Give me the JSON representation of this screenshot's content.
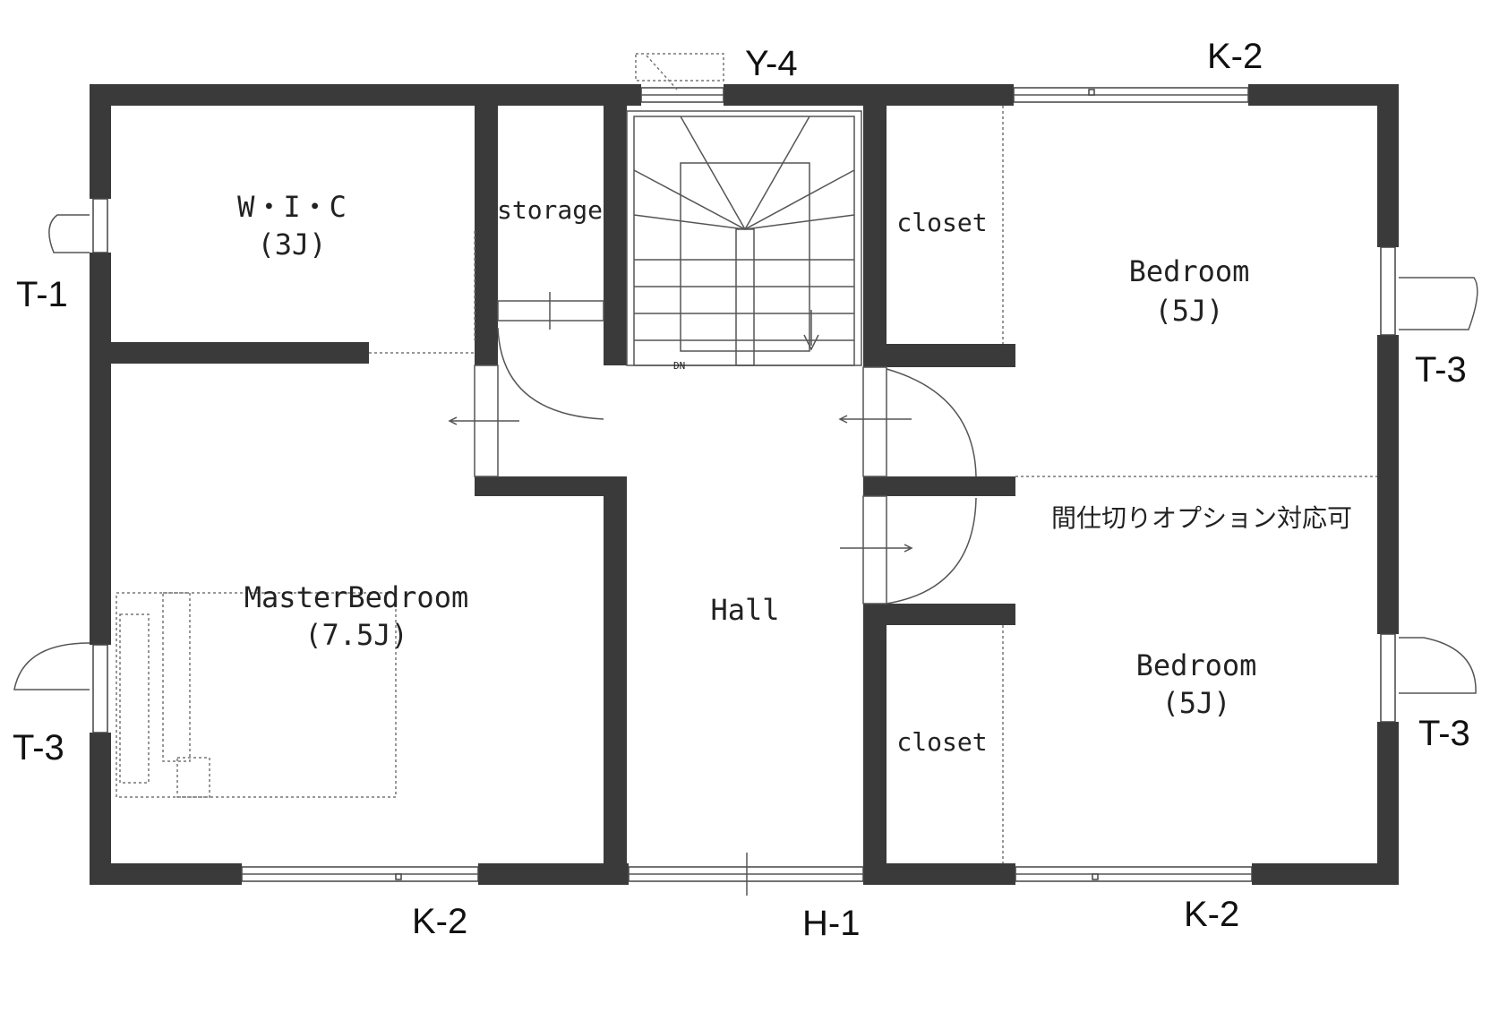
{
  "rooms": {
    "wic": "W・I・C",
    "wic_size": "(3J)",
    "storage": "storage",
    "closet_top": "closet",
    "bedroom_top": "Bedroom",
    "bedroom_top_size": "(5J)",
    "master": "MasterBedroom",
    "master_size": "(7.5J)",
    "hall": "Hall",
    "closet_bottom": "closet",
    "bedroom_bottom": "Bedroom",
    "bedroom_bottom_size": "(5J)",
    "partition_note": "間仕切りオプション対応可",
    "stair_dn": "DN"
  },
  "openings": {
    "y4": "Y-4",
    "k2_top": "K-2",
    "t1": "T-1",
    "t3_right_top": "T-3",
    "t3_left": "T-3",
    "t3_right_bottom": "T-3",
    "k2_bottom_left": "K-2",
    "h1": "H-1",
    "k2_bottom_right": "K-2"
  }
}
